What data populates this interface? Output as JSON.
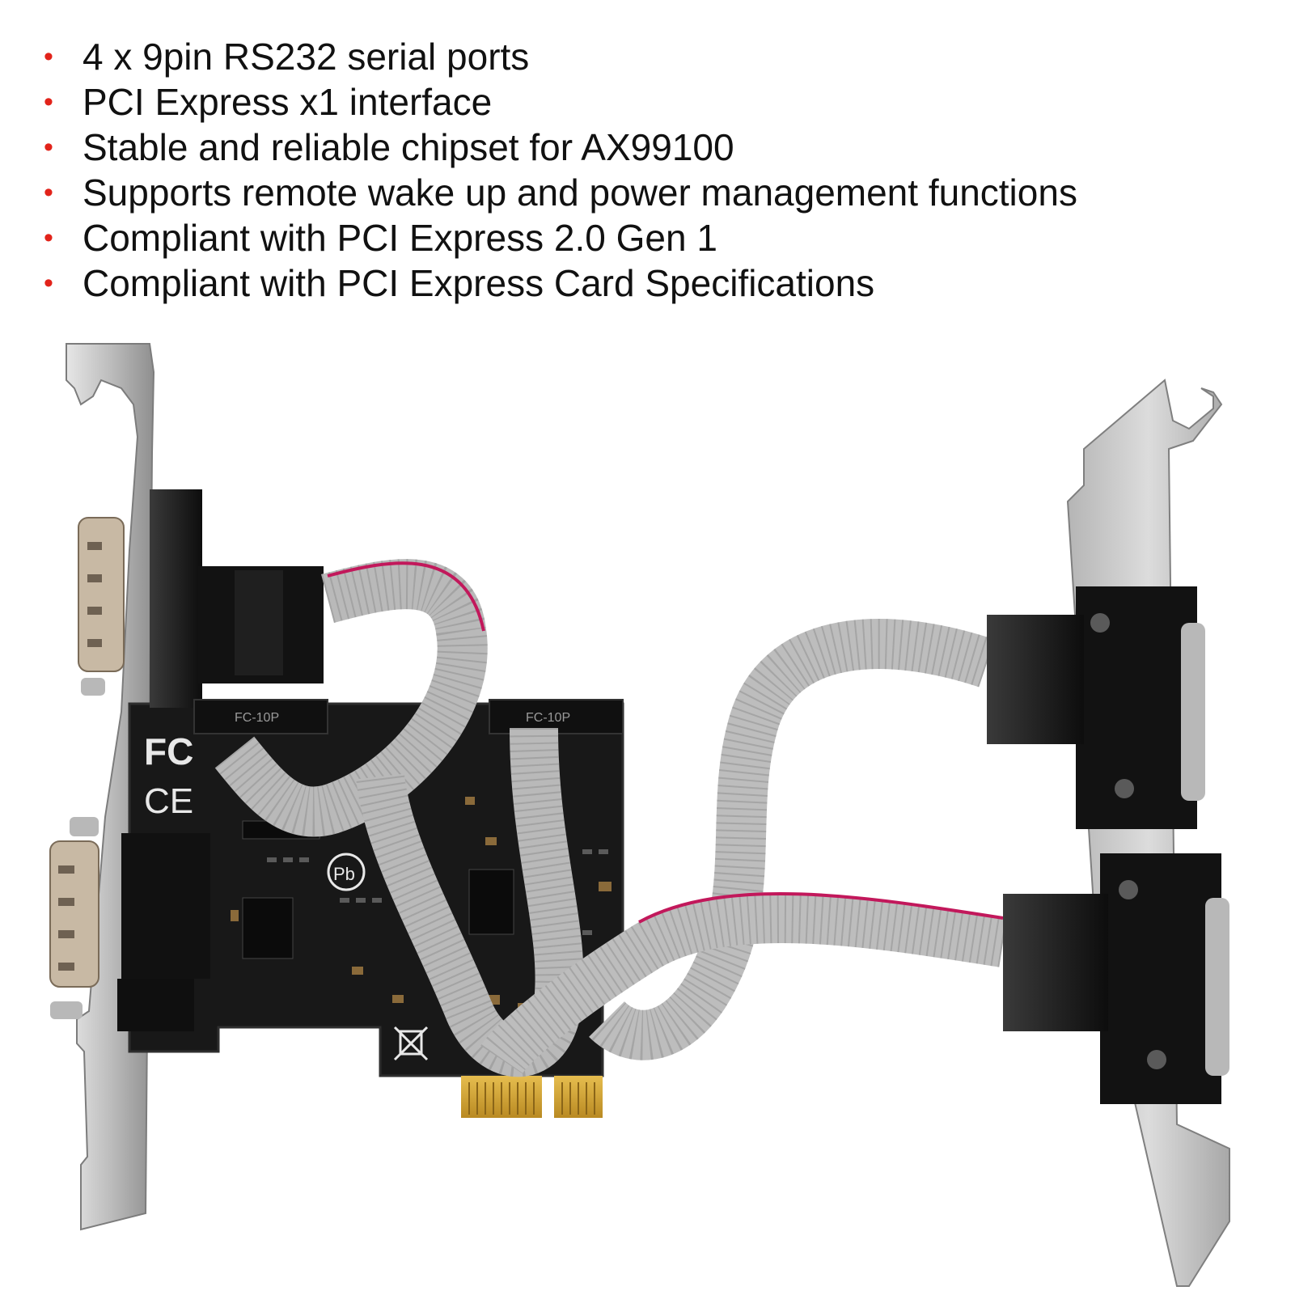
{
  "features": [
    "4 x 9pin RS232 serial ports",
    "PCI Express x1 interface",
    "Stable and reliable chipset for AX99100",
    "Supports remote wake up and power management functions",
    "Compliant with PCI Express 2.0 Gen 1",
    "Compliant with PCI Express Card Specifications"
  ],
  "bullet_symbol": "•",
  "colors": {
    "bullet": "#e2231a",
    "text": "#111111",
    "pcb": "#1a1a1a",
    "bracket": "#c9c9c9",
    "cable": "#b8b8b8",
    "cable_stripe": "#c2185b",
    "gold_fingers": "#d6a93a"
  },
  "board_markings": {
    "fcc": "FC",
    "ce": "CE",
    "pb": "Pb",
    "header_1": "FC-10P",
    "header_2": "FC-10P"
  }
}
